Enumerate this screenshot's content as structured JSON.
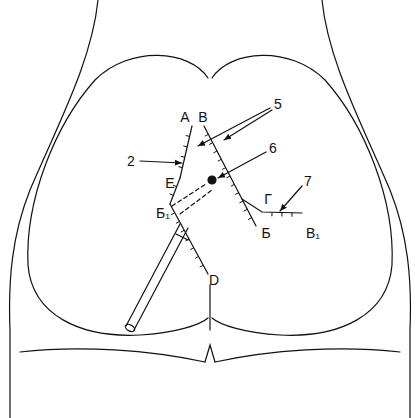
{
  "diagram": {
    "labels": [
      "А",
      "В",
      "5",
      "2",
      "Е",
      "6",
      "Г",
      "7",
      "Б₁",
      "Б",
      "В₁",
      "D"
    ]
  }
}
